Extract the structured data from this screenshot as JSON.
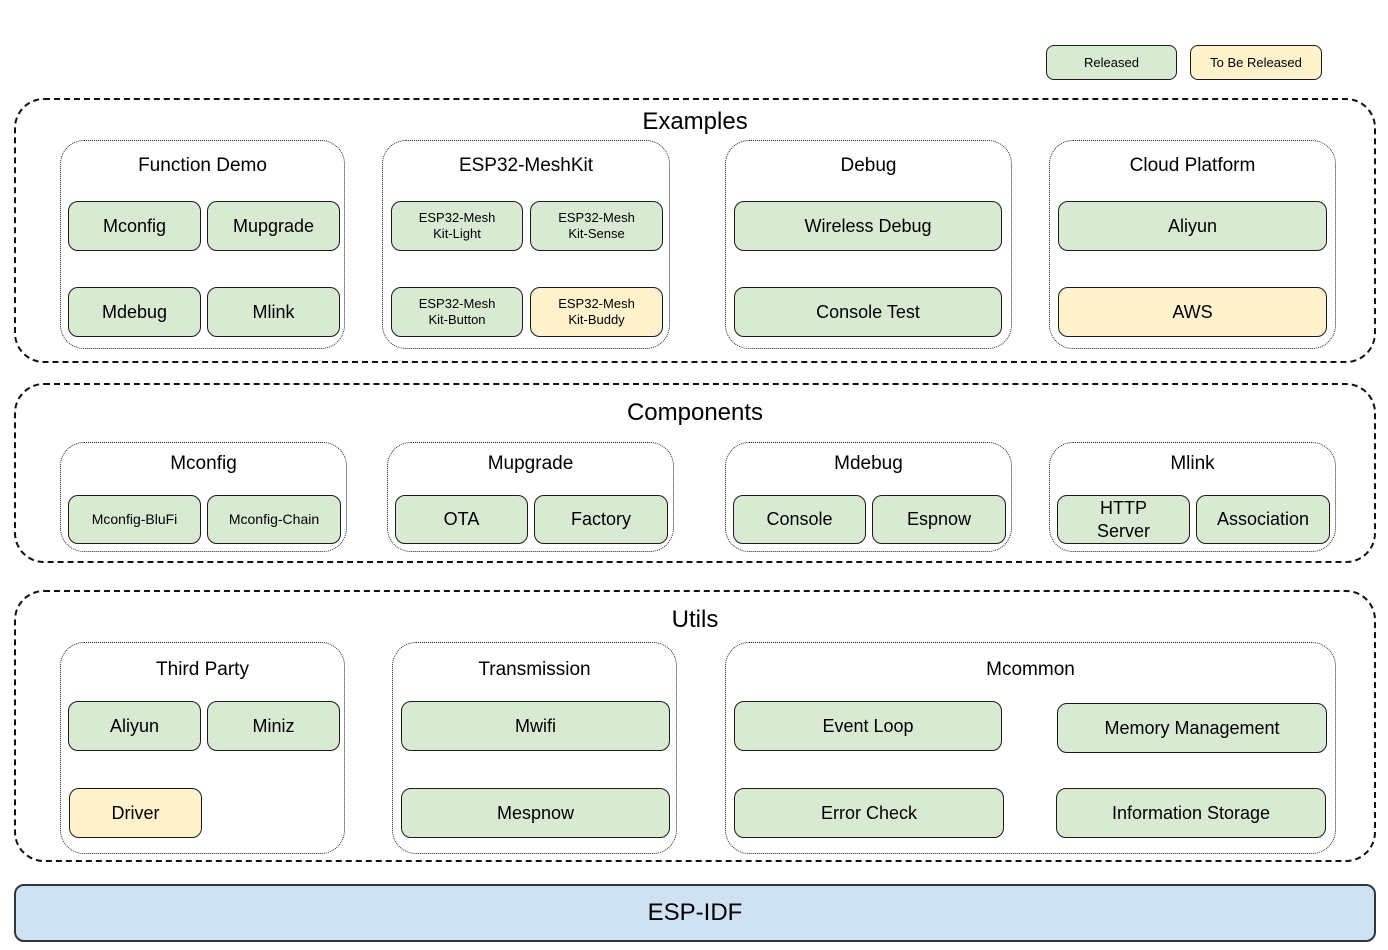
{
  "legend": {
    "released_label": "Released",
    "to_be_released_label": "To Be Released"
  },
  "colors": {
    "released_fill": "#d9ead3",
    "to_be_released_fill": "#fff2cc",
    "esp_idf_fill": "#cfe2f3"
  },
  "sections": {
    "examples": {
      "title": "Examples",
      "groups": [
        {
          "title": "Function Demo",
          "boxes": [
            {
              "label": "Mconfig",
              "status": "released"
            },
            {
              "label": "Mupgrade",
              "status": "released"
            },
            {
              "label": "Mdebug",
              "status": "released"
            },
            {
              "label": "Mlink",
              "status": "released"
            }
          ]
        },
        {
          "title": "ESP32-MeshKit",
          "boxes": [
            {
              "label": "ESP32-Mesh\nKit-Light",
              "status": "released"
            },
            {
              "label": "ESP32-Mesh\nKit-Sense",
              "status": "released"
            },
            {
              "label": "ESP32-Mesh\nKit-Button",
              "status": "released"
            },
            {
              "label": "ESP32-Mesh\nKit-Buddy",
              "status": "to_be_released"
            }
          ]
        },
        {
          "title": "Debug",
          "boxes": [
            {
              "label": "Wireless Debug",
              "status": "released"
            },
            {
              "label": "Console Test",
              "status": "released"
            }
          ]
        },
        {
          "title": "Cloud Platform",
          "boxes": [
            {
              "label": "Aliyun",
              "status": "released"
            },
            {
              "label": "AWS",
              "status": "to_be_released"
            }
          ]
        }
      ]
    },
    "components": {
      "title": "Components",
      "groups": [
        {
          "title": "Mconfig",
          "boxes": [
            {
              "label": "Mconfig-BluFi",
              "status": "released"
            },
            {
              "label": "Mconfig-Chain",
              "status": "released"
            }
          ]
        },
        {
          "title": "Mupgrade",
          "boxes": [
            {
              "label": "OTA",
              "status": "released"
            },
            {
              "label": "Factory",
              "status": "released"
            }
          ]
        },
        {
          "title": "Mdebug",
          "boxes": [
            {
              "label": "Console",
              "status": "released"
            },
            {
              "label": "Espnow",
              "status": "released"
            }
          ]
        },
        {
          "title": "Mlink",
          "boxes": [
            {
              "label": "HTTP\nServer",
              "status": "released"
            },
            {
              "label": "Association",
              "status": "released"
            }
          ]
        }
      ]
    },
    "utils": {
      "title": "Utils",
      "groups": [
        {
          "title": "Third Party",
          "boxes": [
            {
              "label": "Aliyun",
              "status": "released"
            },
            {
              "label": "Miniz",
              "status": "released"
            },
            {
              "label": "Driver",
              "status": "to_be_released"
            }
          ]
        },
        {
          "title": "Transmission",
          "boxes": [
            {
              "label": "Mwifi",
              "status": "released"
            },
            {
              "label": "Mespnow",
              "status": "released"
            }
          ]
        },
        {
          "title": "Mcommon",
          "boxes": [
            {
              "label": "Event Loop",
              "status": "released"
            },
            {
              "label": "Memory Management",
              "status": "released"
            },
            {
              "label": "Error Check",
              "status": "released"
            },
            {
              "label": "Information Storage",
              "status": "released"
            }
          ]
        }
      ]
    }
  },
  "base": {
    "title": "ESP-IDF"
  }
}
